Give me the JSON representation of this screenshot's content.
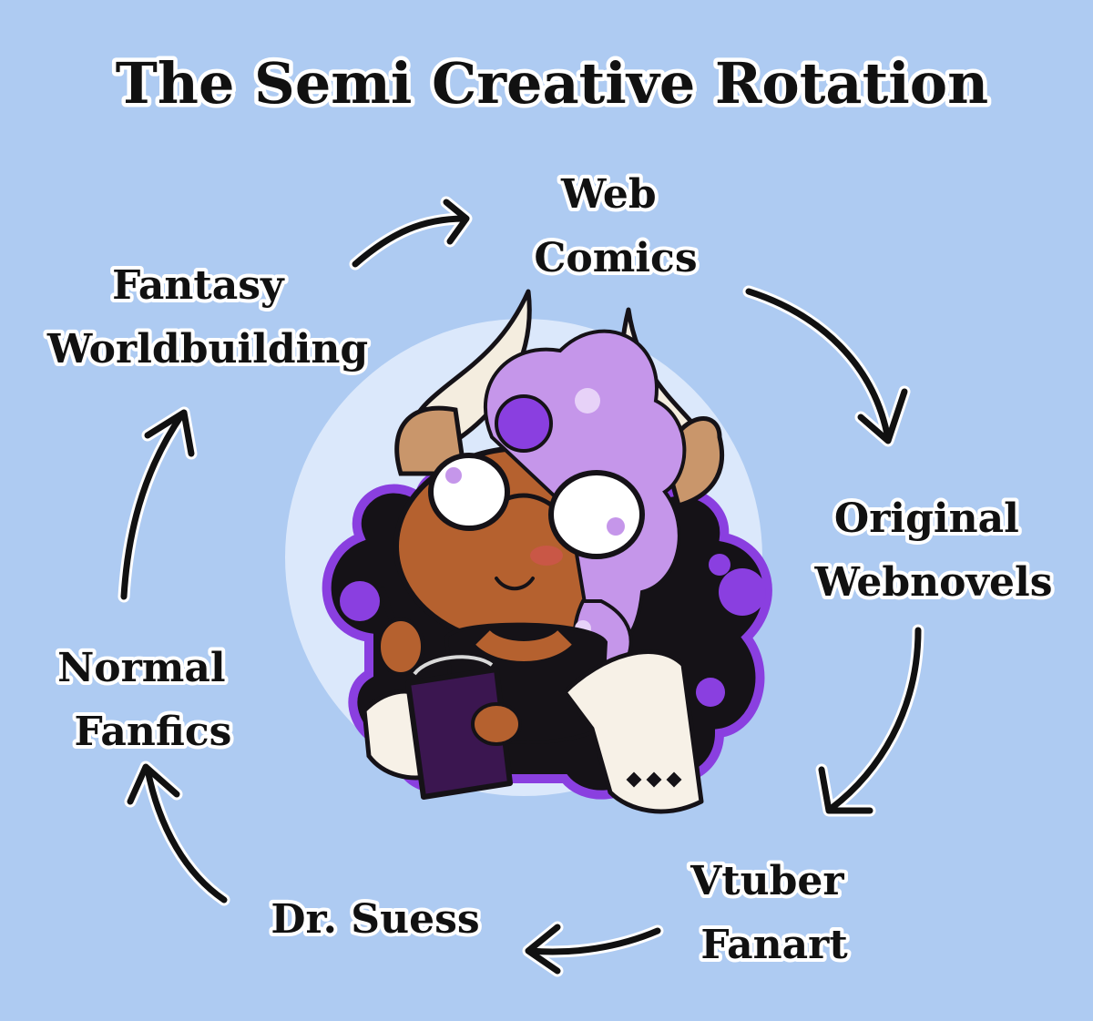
{
  "title": "The  Semi Creative Rotation",
  "colors": {
    "background": "#aecbf2",
    "halo": "#dbe8fb",
    "text": "#111111",
    "text_outline": "#ffffff",
    "hair_black": "#151217",
    "hair_purple": "#8a3fe0",
    "curl_lilac": "#c596ea",
    "skin": "#b5612f",
    "horn": "#f4eddf",
    "ear": "#c9966b",
    "sleeve": "#f7f1e7",
    "notebook": "#3b1650"
  },
  "cycle": [
    {
      "id": "web-comics",
      "lines": [
        "Web",
        "Comics"
      ]
    },
    {
      "id": "original-webnovels",
      "lines": [
        "Original",
        "Webnovels"
      ]
    },
    {
      "id": "vtuber-fanart",
      "lines": [
        "Vtuber",
        "Fanart"
      ]
    },
    {
      "id": "dr-suess",
      "lines": [
        "Dr. Suess"
      ]
    },
    {
      "id": "normal-fanfics",
      "lines": [
        "Normal",
        "Fanfics"
      ]
    },
    {
      "id": "fantasy-worldbuilding",
      "lines": [
        "Fantasy",
        "Worldbuilding"
      ]
    }
  ],
  "center_illustration": {
    "icon": "horned-artist-character-icon"
  }
}
